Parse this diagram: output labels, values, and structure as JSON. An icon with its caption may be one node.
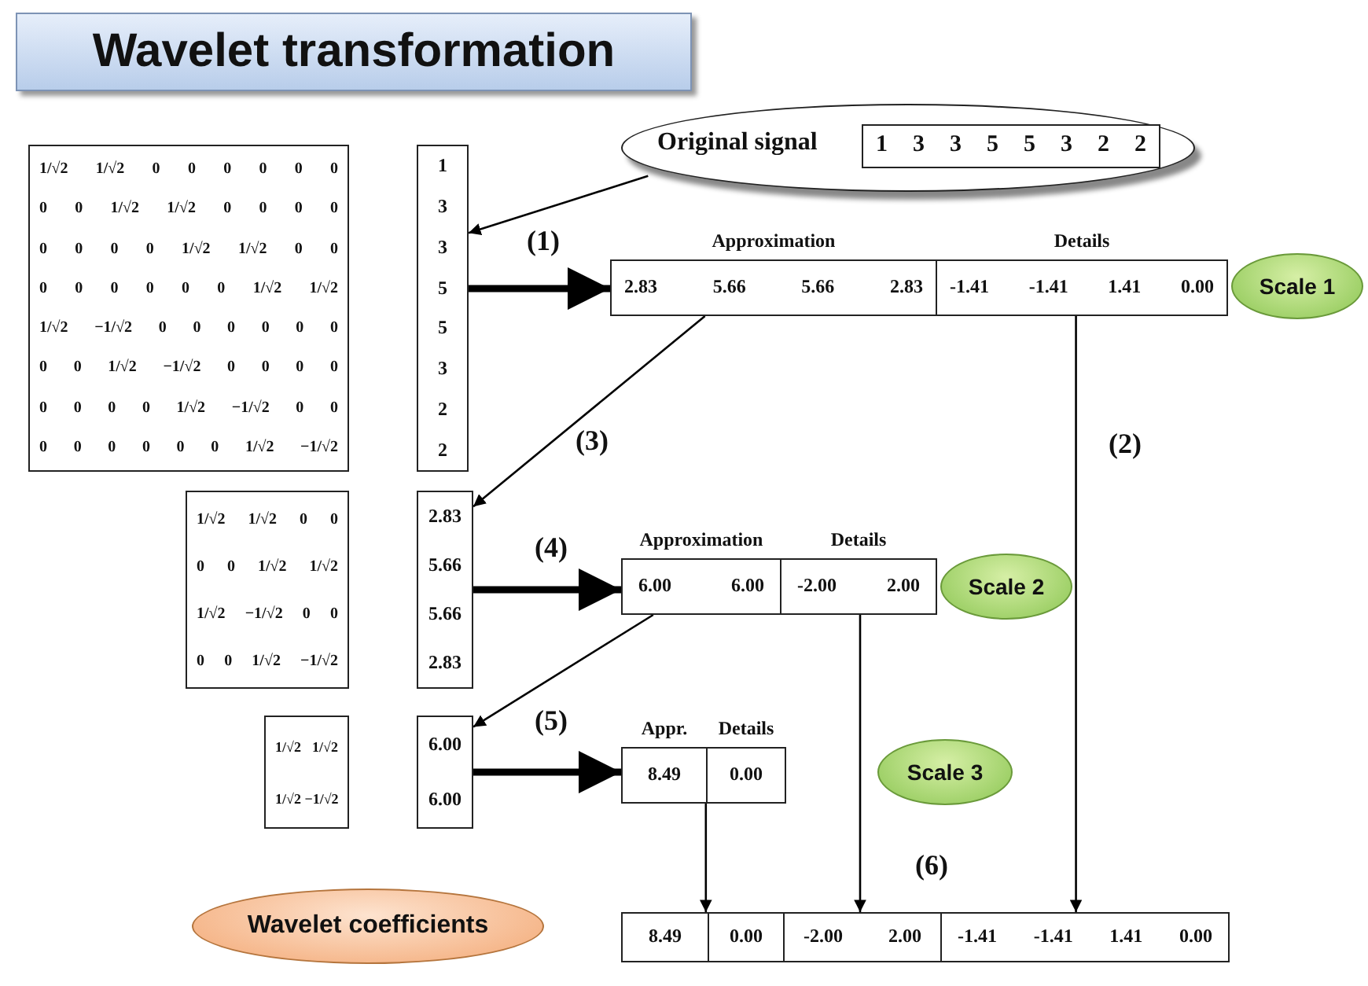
{
  "diagram": {
    "title": "Wavelet transformation",
    "nodes": [
      {
        "text": [
          "Original signal"
        ]
      },
      {
        "text": [
          "1 3 3 5 5 3 2 2"
        ],
        "in": 0
      },
      {
        "text": [
          "1/√2 1/√2 0 0 0 0 0 0",
          "0 0 1/√2 1/√2 0 0 0 0",
          "0 0 0 0 1/√2 1/√2 0 0",
          "0 0 0 0 0 0 1/√2 1/√2",
          "1/√2 −1/√2 0 0 0 0 0 0",
          "0 0 1/√2 −1/√2 0 0 0 0",
          "0 0 0 0 1/√2 −1/√2 0 0",
          "0 0 0 0 0 0 1/√2 −1/√2"
        ]
      },
      {
        "text": [
          "1",
          "3",
          "3",
          "5",
          "5",
          "3",
          "2",
          "2"
        ]
      },
      {
        "text": [
          "Approximation",
          "2.83 5.66 5.66 2.83"
        ]
      },
      {
        "text": [
          "Details",
          "-1.41 -1.41 1.41 0.00"
        ]
      },
      {
        "text": [
          "Scale 1"
        ]
      },
      {
        "text": [
          "1/√2 1/√2 0 0",
          "0 0 1/√2 1/√2",
          "1/√2 −1/√2 0 0",
          "0 0 1/√2 −1/√2"
        ]
      },
      {
        "text": [
          "2.83",
          "5.66",
          "5.66",
          "2.83"
        ]
      },
      {
        "text": [
          "Approximation",
          "6.00 6.00"
        ]
      },
      {
        "text": [
          "Details",
          "-2.00 2.00"
        ]
      },
      {
        "text": [
          "Scale 2"
        ]
      },
      {
        "text": [
          "1/√2 1/√2",
          "1/√2 −1/√2"
        ]
      },
      {
        "text": [
          "6.00",
          "6.00"
        ]
      },
      {
        "text": [
          "Appr.",
          "8.49"
        ]
      },
      {
        "text": [
          "Details",
          "0.00"
        ]
      },
      {
        "text": [
          "Scale 3"
        ]
      },
      {
        "text": [
          "Wavelet coefficients"
        ]
      },
      {
        "text": [
          "8.49"
        ]
      },
      {
        "text": [
          "0.00"
        ]
      },
      {
        "text": [
          "-2.00 2.00"
        ]
      },
      {
        "text": [
          "-1.41 -1.41 1.41 0.00"
        ]
      }
    ],
    "edges": [
      {
        "from": 0,
        "to": 3,
        "arrow": "to"
      },
      {
        "from": 3,
        "to": 4,
        "arrow": "to",
        "style": "thick",
        "label": "(1)"
      },
      {
        "from": 5,
        "to": 21,
        "arrow": "to",
        "label": "(2)"
      },
      {
        "from": 4,
        "to": 8,
        "arrow": "to",
        "label": "(3)"
      },
      {
        "from": 8,
        "to": 9,
        "arrow": "to",
        "style": "thick",
        "label": "(4)"
      },
      {
        "from": 9,
        "to": 13,
        "arrow": "to"
      },
      {
        "from": 13,
        "to": 14,
        "arrow": "to",
        "style": "thick",
        "label": "(5)"
      },
      {
        "from": 14,
        "to": 18,
        "arrow": "to"
      },
      {
        "from": 10,
        "to": 20,
        "arrow": "to"
      }
    ],
    "labels": [
      "(6)"
    ]
  }
}
